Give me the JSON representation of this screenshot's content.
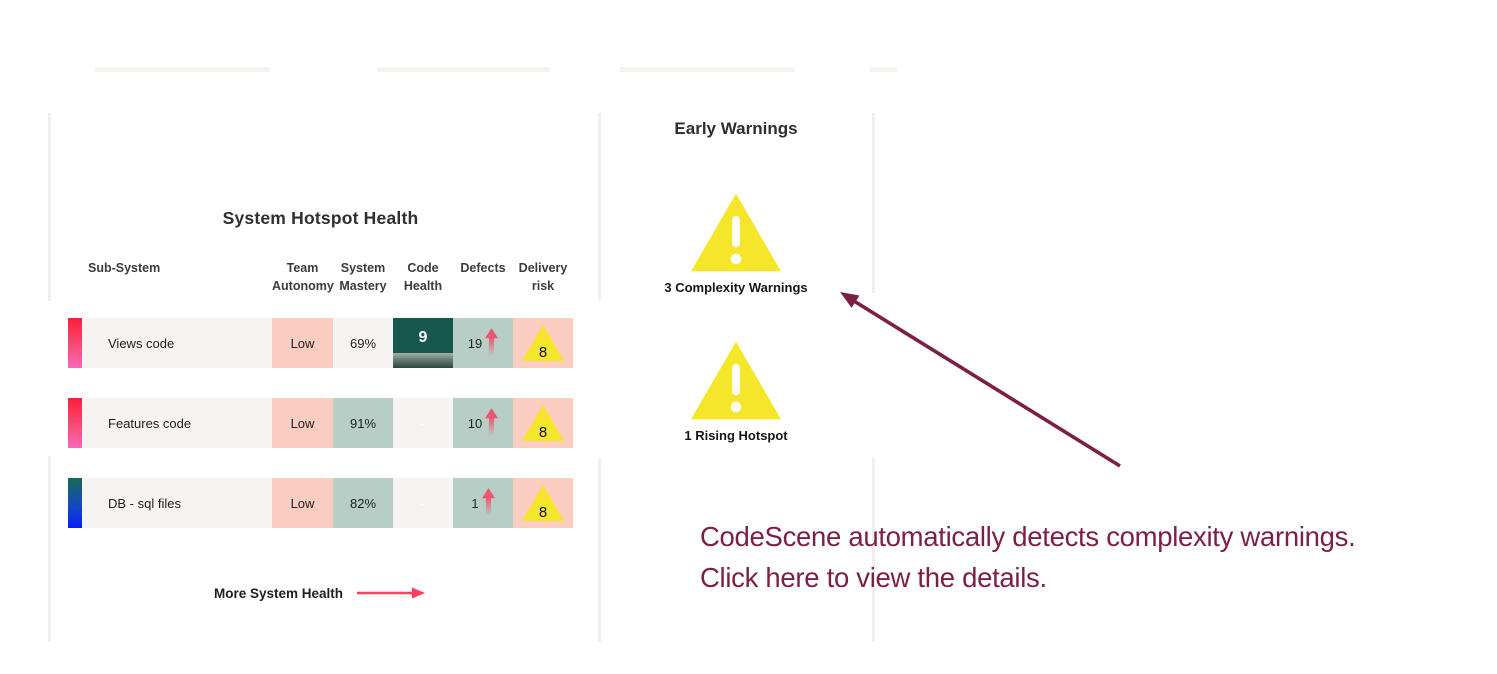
{
  "theme": {
    "salmon_cell": "#fbccc0",
    "sage_cell": "#b6cec6",
    "row_gray": "#f5f4f2",
    "code_health_teal": "#17584e",
    "warning_yellow": "#f6e62b",
    "link_arrow_pink": "#fc3e5e",
    "annotation_maroon": "#7d1f44",
    "hotspot_bar_red": "#f7203a",
    "hotspot_bar_pink": "#fa68b8",
    "hotspot_bar_teal": "#176a57",
    "hotspot_bar_blue": "#0a1ef5"
  },
  "hotspot_panel": {
    "title": "System Hotspot Health",
    "columns": [
      {
        "line1": "Sub-System",
        "line2": ""
      },
      {
        "line1": "Team",
        "line2": "Autonomy"
      },
      {
        "line1": "System",
        "line2": "Mastery"
      },
      {
        "line1": "Code",
        "line2": "Health"
      },
      {
        "line1": "Defects",
        "line2": ""
      },
      {
        "line1": "Delivery",
        "line2": "risk"
      }
    ],
    "rows": [
      {
        "name": "Views code",
        "team_autonomy": "Low",
        "system_mastery": "69%",
        "code_health": "9",
        "defects": "19",
        "delivery_risk": "8"
      },
      {
        "name": "Features code",
        "team_autonomy": "Low",
        "system_mastery": "91%",
        "code_health": "-",
        "defects": "10",
        "delivery_risk": "8"
      },
      {
        "name": "DB - sql files",
        "team_autonomy": "Low",
        "system_mastery": "82%",
        "code_health": "-",
        "defects": "1",
        "delivery_risk": "8"
      }
    ],
    "more_link_label": "More System Health"
  },
  "early_warnings": {
    "title": "Early Warnings",
    "items": [
      {
        "label": "3 Complexity Warnings"
      },
      {
        "label": "1 Rising Hotspot"
      }
    ]
  },
  "annotation": {
    "line1": "CodeScene automatically detects complexity warnings.",
    "line2": "Click here to view the details."
  }
}
